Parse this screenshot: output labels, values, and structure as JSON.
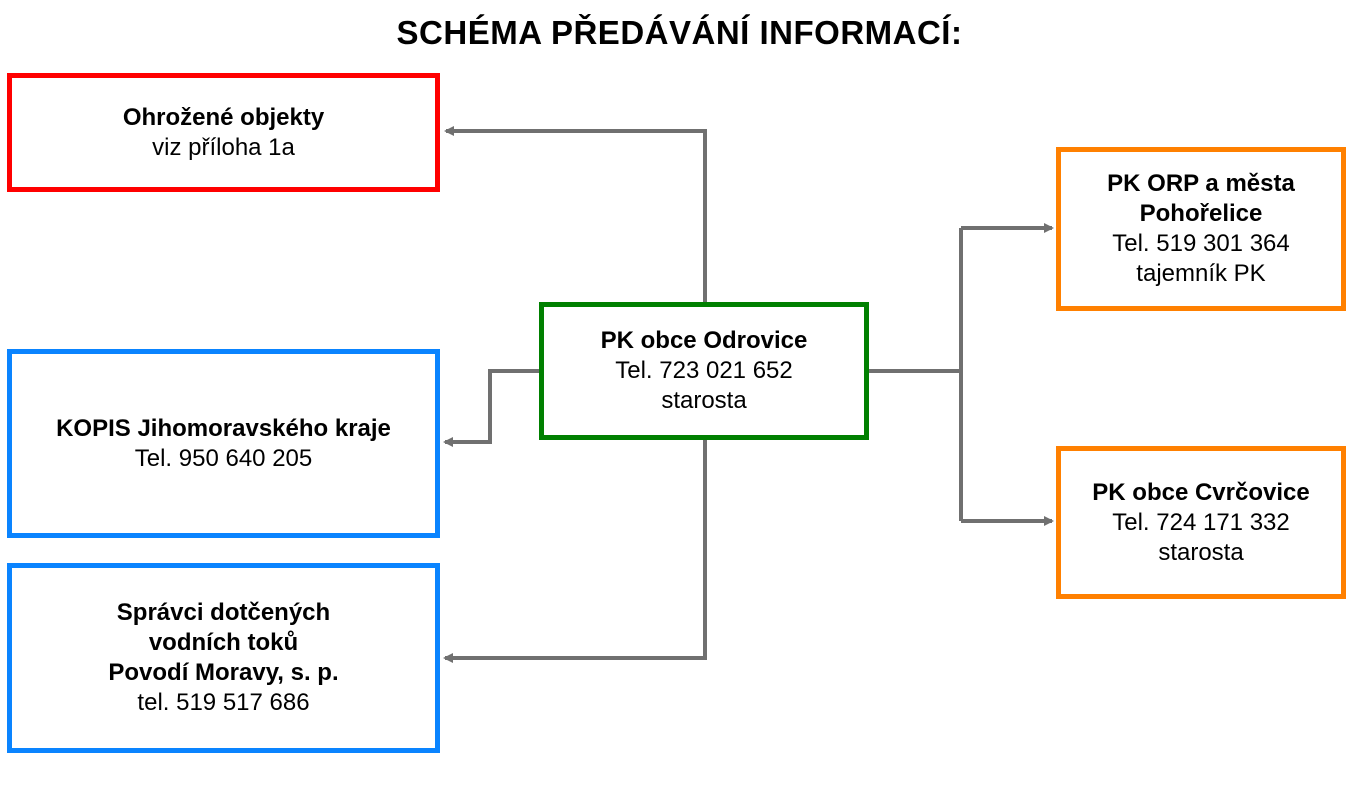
{
  "title": "SCHÉMA PŘEDÁVÁNÍ INFORMACÍ:",
  "colors": {
    "red": "#ff0000",
    "blue": "#0a84ff",
    "green": "#008000",
    "orange": "#ff8000",
    "connector": "#707070"
  },
  "nodes": {
    "endangered": {
      "line1": "Ohrožené objekty",
      "line2": "viz příloha 1a"
    },
    "kopis": {
      "line1": "KOPIS Jihomoravského kraje",
      "line2": "Tel. 950 640 205"
    },
    "water": {
      "line1": "Správci dotčených",
      "line2": "vodních toků",
      "line3": "Povodí Moravy, s. p.",
      "line4": "tel. 519 517 686"
    },
    "center": {
      "line1": "PK obce Odrovice",
      "line2": "Tel. 723 021 652",
      "line3": "starosta"
    },
    "orp": {
      "line1": "PK ORP a města",
      "line2": "Pohořelice",
      "line3": "Tel. 519 301 364",
      "line4": "tajemník PK"
    },
    "cvrcovice": {
      "line1": "PK obce Cvrčovice",
      "line2": "Tel. 724 171 332",
      "line3": "starosta"
    }
  }
}
